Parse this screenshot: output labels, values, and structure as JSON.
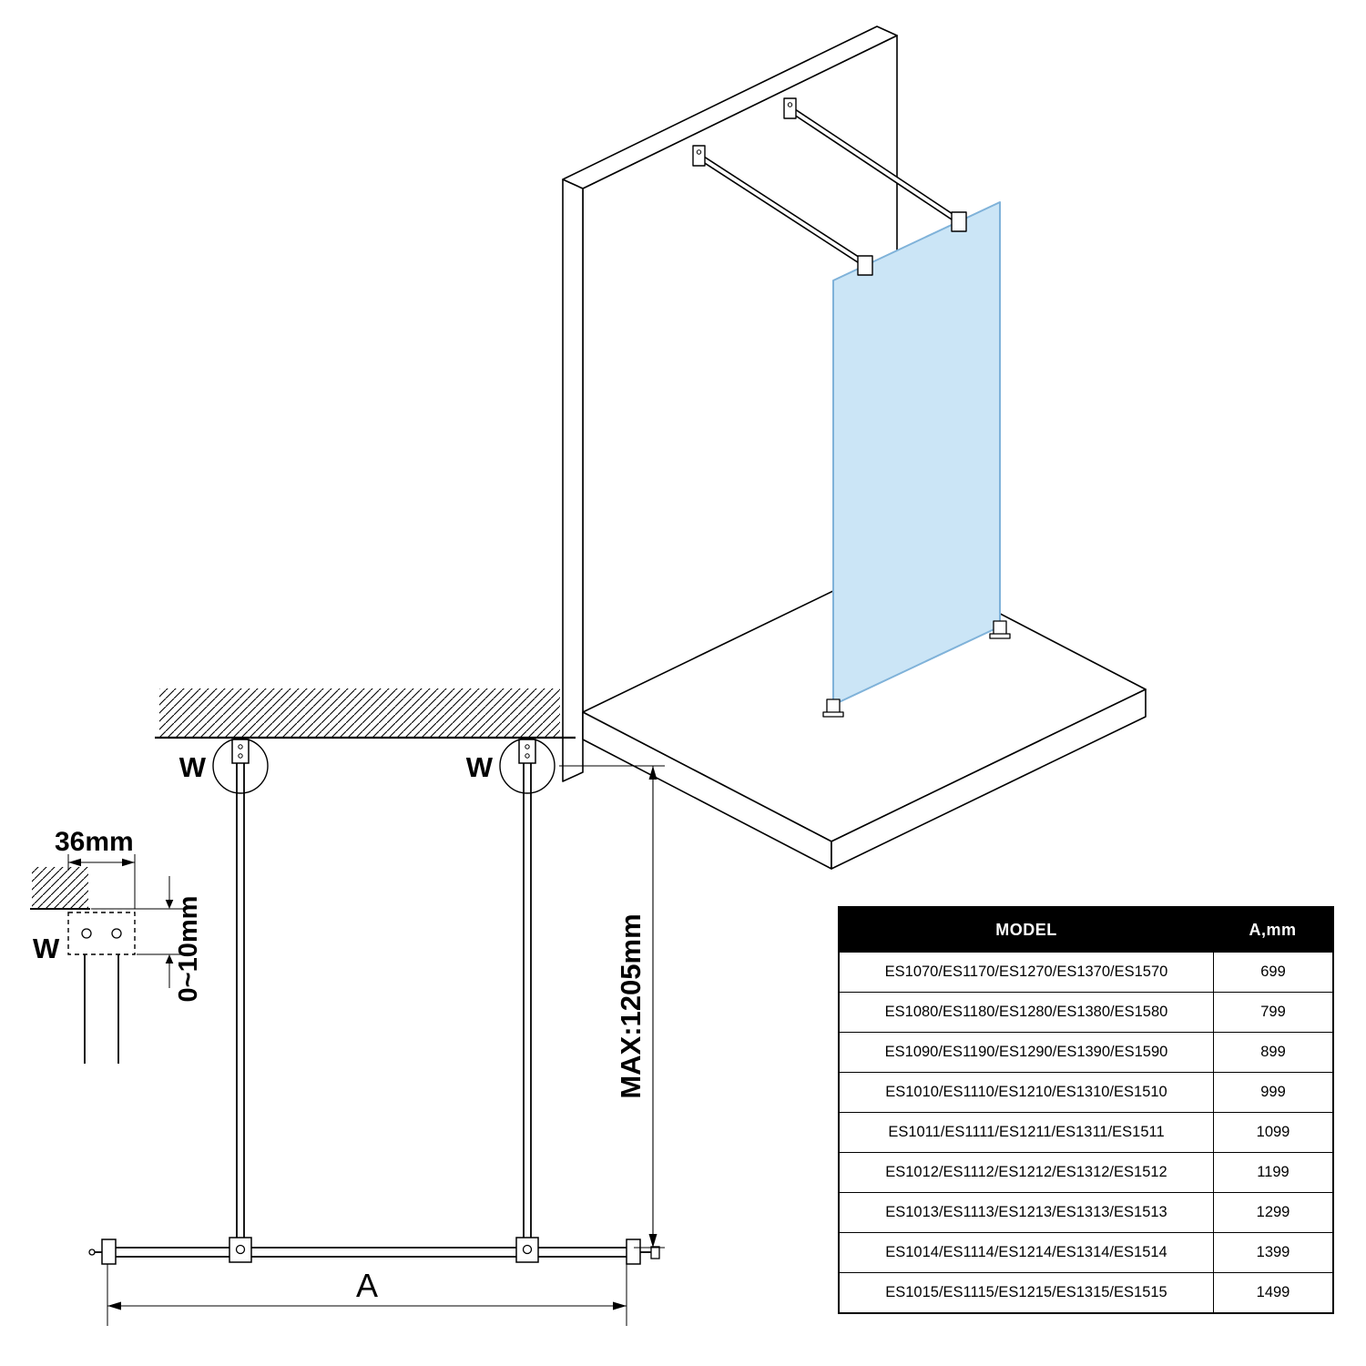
{
  "colors": {
    "glass_fill": "#cbe5f6",
    "glass_stroke": "#7fb2d9",
    "line_color": "#000000",
    "table_header_bg": "#000000",
    "table_header_text": "#ffffff"
  },
  "dimension_drawing": {
    "labels": {
      "w_left": "W",
      "w_right": "W",
      "w_detail": "W",
      "width_36": "36mm",
      "gap_0_10": "0~10mm",
      "max_height": "MAX:1205mm",
      "span_a": "A"
    }
  },
  "table": {
    "headers": {
      "model": "MODEL",
      "a_mm": "A,mm"
    },
    "rows": [
      {
        "model": "ES1070/ES1170/ES1270/ES1370/ES1570",
        "a_mm": "699"
      },
      {
        "model": "ES1080/ES1180/ES1280/ES1380/ES1580",
        "a_mm": "799"
      },
      {
        "model": "ES1090/ES1190/ES1290/ES1390/ES1590",
        "a_mm": "899"
      },
      {
        "model": "ES1010/ES1110/ES1210/ES1310/ES1510",
        "a_mm": "999"
      },
      {
        "model": "ES1011/ES1111/ES1211/ES1311/ES1511",
        "a_mm": "1099"
      },
      {
        "model": "ES1012/ES1112/ES1212/ES1312/ES1512",
        "a_mm": "1199"
      },
      {
        "model": "ES1013/ES1113/ES1213/ES1313/ES1513",
        "a_mm": "1299"
      },
      {
        "model": "ES1014/ES1114/ES1214/ES1314/ES1514",
        "a_mm": "1399"
      },
      {
        "model": "ES1015/ES1115/ES1215/ES1315/ES1515",
        "a_mm": "1499"
      }
    ]
  }
}
